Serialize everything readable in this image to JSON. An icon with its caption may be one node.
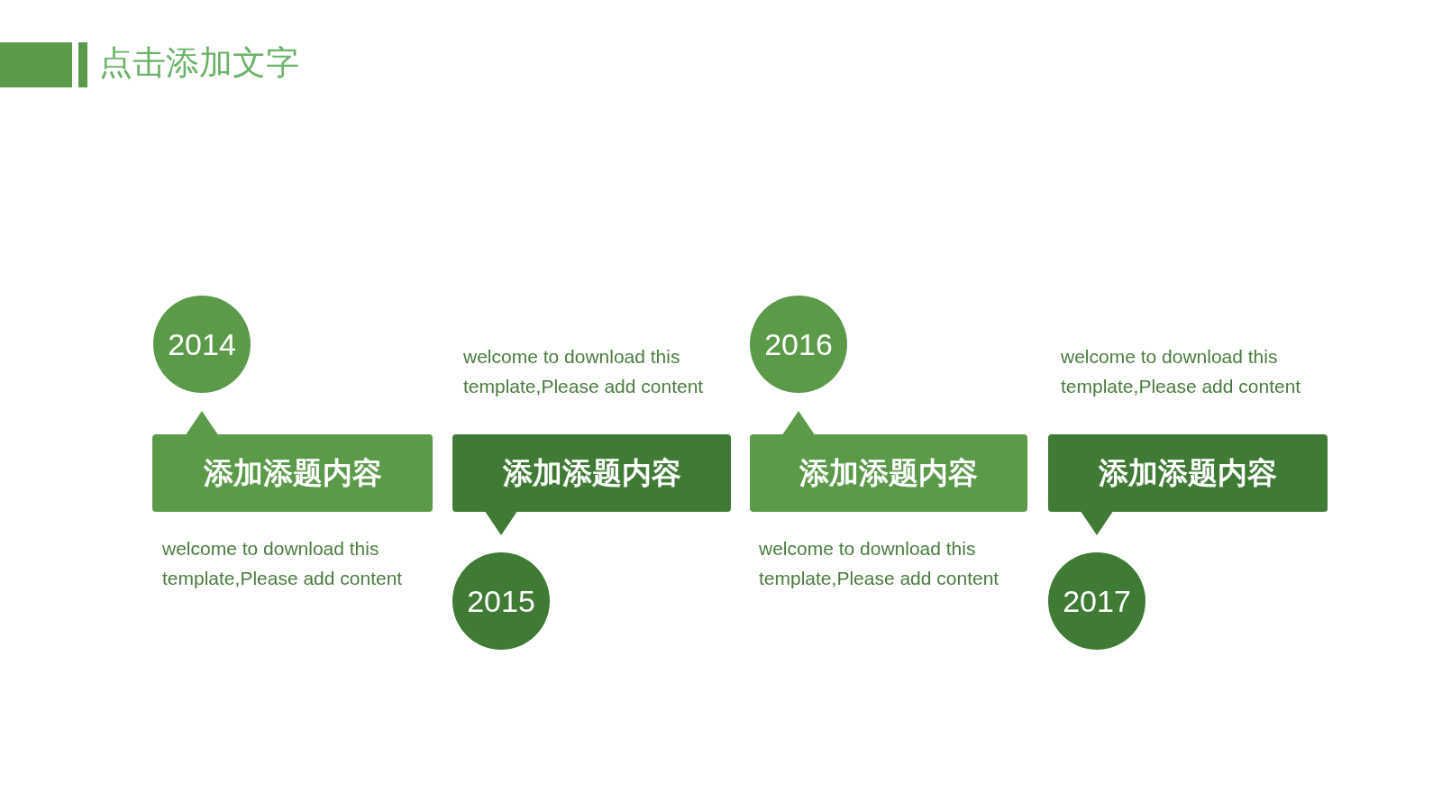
{
  "diagram": {
    "title": "点击添加文字",
    "nodes": [
      {
        "text": [
          "2014"
        ]
      },
      {
        "text": [
          "添加添题内容"
        ],
        "beside": [
          "welcome to download this template,Please add content"
        ]
      },
      {
        "text": [
          "添加添题内容"
        ],
        "beside": [
          "welcome to download this template,Please add content"
        ]
      },
      {
        "text": [
          "2015"
        ]
      },
      {
        "text": [
          "2016"
        ]
      },
      {
        "text": [
          "添加添题内容"
        ],
        "beside": [
          "welcome to download this template,Please add content"
        ]
      },
      {
        "text": [
          "添加添题内容"
        ],
        "beside": [
          "welcome to download this template,Please add content"
        ]
      },
      {
        "text": [
          "2017"
        ]
      }
    ]
  }
}
